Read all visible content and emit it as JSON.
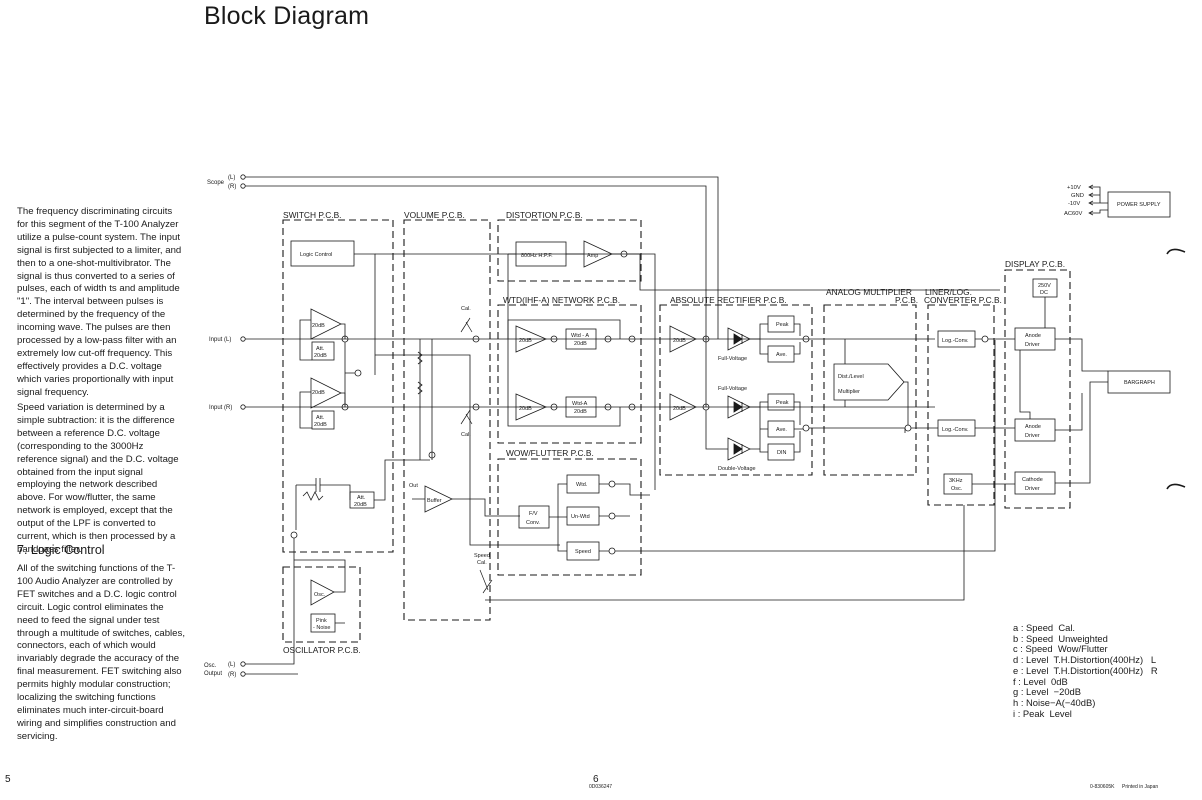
{
  "page": {
    "title": "Block Diagram",
    "page_left": "5",
    "page_right": "6",
    "code_center": "0D036247",
    "code_right": "0-830605K",
    "printed": "Printed in Japan"
  },
  "text": {
    "p1": "The frequency discriminating circuits for this segment of the T-100 Analyzer utilize a pulse-count system. The input signal is first subjected to a limiter, and then to a one-shot-multivibrator. The signal is thus converted to a series of pulses, each of width ts and amplitude \"1\". The interval between pulses is determined by the frequency of the incoming wave. The pulses are then processed by a low-pass filter with an extremely low cut-off frequency. This effectively provides a D.C. voltage which varies proportionally with input signal frequency.",
    "p2": "Speed variation is determined by a simple subtraction: it is the difference between a reference D.C. voltage (corresponding to the 3000Hz reference signal) and the D.C. voltage obtained from the input signal employing the network described above. For wow/flutter, the same network is employed, except that the output of the LPF is converted to current, which is then processed by a bandpass filter.",
    "heading": "7. Logic Control",
    "p3": "All of the switching functions of the T-100 Audio Analyzer are controlled by FET switches and a D.C. logic control circuit. Logic control eliminates the need to feed the signal under test through a multitude of switches, cables, connectors, each of which would invariably degrade the accuracy of the final measurement. FET switching also permits highly modular construction; localizing the switching functions eliminates much inter-circuit-board wiring and simplifies construction and servicing."
  },
  "diagram": {
    "pcbs": {
      "switch": "SWITCH P.C.B.",
      "volume": "VOLUME P.C.B.",
      "distortion": "DISTORTION P.C.B.",
      "wtd": "WTD(IHF-A) NETWORK P.C.B.",
      "abs_rect": "ABSOLUTE RECTIFIER P.C.B.",
      "analog_mult_1": "ANALOG MULTIPLIER",
      "analog_mult_2": "P.C.B.",
      "liner_log_1": "LINER/LOG.",
      "liner_log_2": "CONVERTER P.C.B.",
      "display": "DISPLAY P.C.B.",
      "wow": "WOW/FLUTTER P.C.B.",
      "oscillator": "OSCILLATOR P.C.B."
    },
    "io": {
      "scope": "Scope",
      "l": "(L)",
      "r": "(R)",
      "input_l": "Input (L)",
      "input_r": "Input (R)",
      "osc": "Osc.",
      "output": "Output"
    },
    "blocks": {
      "logic_control": "Logic Control",
      "db20": "20dB",
      "att": "Att.",
      "hpf": "800Hz H.P.F.",
      "amp": "Amp",
      "wtd_a": "Wtd - A",
      "wtd_a2": "Wtd-A",
      "peak": "Peak",
      "ave": "Ave.",
      "din": "DIN",
      "full_voltage": "Full-Voltage",
      "double_voltage": "Double-Voltage",
      "dist_level": "Dist./Level",
      "multiplier": "Multiplier",
      "log_conv": "Log.-Conv.",
      "khz": "3KHz",
      "osc_short": "Osc.",
      "anode": "Anode",
      "driver": "Driver",
      "cathode": "Cathode",
      "v250": "250V",
      "dc": "DC",
      "bargraph": "BARGRAPH",
      "power_supply": "POWER SUPPLY",
      "p10v": "+10V",
      "gnd": "GND",
      "m10v": "-10V",
      "ac60v": "AC60V",
      "cal": "Cal.",
      "out": "Out",
      "buffer": "Buffer",
      "wtd": "Wtd.",
      "un_wtd": "Un-Wtd",
      "speed": "Speed",
      "fv": "F/V",
      "conv": "Conv.",
      "speed_cal": "Speed",
      "speed_cal2": "Cal.",
      "pink": "Pink",
      "noise": "- Noise"
    }
  },
  "legend": [
    "a : Speed  Cal.",
    "b : Speed  Unweighted",
    "c : Speed  Wow/Flutter",
    "d : Level  T.H.Distortion(400Hz)   L",
    "e : Level  T.H.Distortion(400Hz)   R",
    "f : Level  0dB",
    "g : Level  −20dB",
    "h : Noise−A(−40dB)",
    "i : Peak  Level"
  ]
}
